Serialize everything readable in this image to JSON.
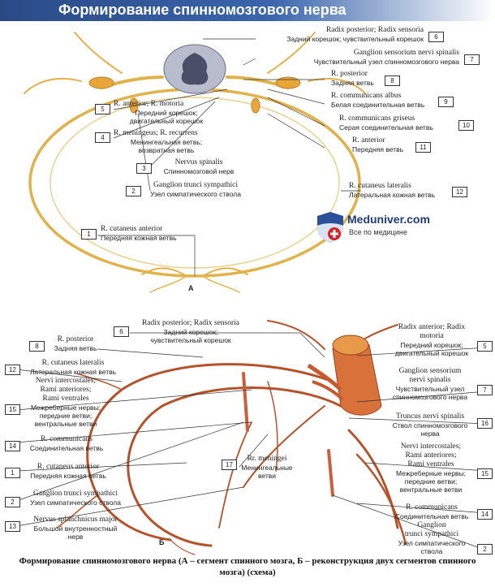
{
  "title": "Формирование спинномозгового нерва",
  "logo": {
    "brand": "Meduniver.com",
    "tagline": "Все по медицине"
  },
  "panel_a_letter": "А",
  "panel_b_letter": "Б",
  "labels_a": [
    {
      "num": "6",
      "lat": "Radix posterior; Radix sensoria",
      "ru": "Задний корешок; чувствительный корешок"
    },
    {
      "num": "7",
      "lat": "Ganglion sensorium nervi spinalis",
      "ru": "Чувствительный узел спинномозгового нерва"
    },
    {
      "num": "8",
      "lat": "R. posterior",
      "ru": "Задняя ветвь"
    },
    {
      "num": "9",
      "lat": "R. communicans albus",
      "ru": "Белая соединительная ветвь"
    },
    {
      "num": "10",
      "lat": "R. communicans griseus",
      "ru": "Серая соединительная ветвь"
    },
    {
      "num": "11",
      "lat": "R. anterior",
      "ru": "Передняя ветвь"
    },
    {
      "num": "12",
      "lat": "R. cutaneus lateralis",
      "ru": "Латеральная кожная ветвь"
    },
    {
      "num": "5",
      "lat": "R. anterior; R. motoria",
      "ru": "Передний корешок;",
      "ru2": "двигательный корешок"
    },
    {
      "num": "4",
      "lat": "R. meningeus; R. recurrens",
      "ru": "Менингеальная ветвь;",
      "ru2": "возвратная ветвь"
    },
    {
      "num": "3",
      "lat": "Nervus spinalis",
      "ru": "Спинномозговой нерв"
    },
    {
      "num": "2",
      "lat": "Ganglion trunci sympathici",
      "ru": "Узел симпатического ствола"
    },
    {
      "num": "1",
      "lat": "R. cutaneus anterior",
      "ru": "Передняя кожная ветвь"
    }
  ],
  "labels_b": [
    {
      "num": "6",
      "lat": "Radix posterior; Radix sensoria",
      "ru": "Задний корешок;",
      "ru2": "чувствительный корешок"
    },
    {
      "num": "8",
      "lat": "R. posterior",
      "ru": "Задняя ветвь"
    },
    {
      "num": "12",
      "lat": "R. cutaneus lateralis",
      "ru": "Латеральная кожная ветвь"
    },
    {
      "num": "15",
      "lat": "Nervi intercostales;",
      "lat2": "Rami anteriores;",
      "lat3": "Rami ventrales",
      "ru": "Межреберные нервы;",
      "ru2": "передние ветви;",
      "ru3": "вентральные ветви"
    },
    {
      "num": "14",
      "lat": "R. communicans",
      "ru": "Соединительная ветвь"
    },
    {
      "num": "1",
      "lat": "R. cutaneus anterior",
      "ru": "Передняя кожная ветвь"
    },
    {
      "num": "2",
      "lat": "Ganglion trunci sympathici",
      "ru": "Узел симпатического ствола"
    },
    {
      "num": "13",
      "lat": "Nervus splanchnicus major",
      "ru": "Большой внутренностный",
      "ru2": "нерв"
    },
    {
      "num": "17",
      "lat": "Rr. meningei",
      "ru": "Менингеальные",
      "ru2": "ветви"
    },
    {
      "num": "5",
      "lat": "Radix anterior; Radix",
      "lat2": "motoria",
      "ru": "Передний корешок;",
      "ru2": "двигательный корешок"
    },
    {
      "num": "7",
      "lat": "Ganglion sensorium",
      "lat2": "nervi spinalis",
      "ru": "Чувствительный узел",
      "ru2": "спинномозгового нерва"
    },
    {
      "num": "16",
      "lat": "Truncus nervi spinalis",
      "ru": "Ствол спинномозгового",
      "ru2": "нерва"
    },
    {
      "num": "15",
      "lat": "Nervi intercostales;",
      "lat2": "Rami anteriores;",
      "lat3": "Rami ventrales",
      "ru": "Межреберные нервы;",
      "ru2": "передние ветви;",
      "ru3": "вентральные ветви"
    },
    {
      "num": "14",
      "lat": "R. communicans",
      "ru": "Соединительная ветвь"
    },
    {
      "num": "2",
      "lat": "Ganglion",
      "lat2": "trunci sympathici",
      "ru": "Узел симпатического",
      "ru2": "ствола"
    }
  ],
  "caption": "Формирование спинномозгового нерва (А – сегмент спинного мозга, Б – реконструкция двух сегментов спинного мозга) (схема)",
  "colors": {
    "banner": "#2a4a86",
    "nerve_a": "#e8b94a",
    "nerve_b": "#b5522a",
    "cord": "#8f93a6"
  }
}
